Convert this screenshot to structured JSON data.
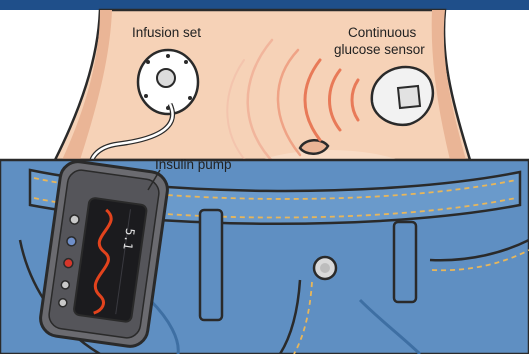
{
  "labels": {
    "infusion_set": "Infusion set",
    "sensor_line1": "Continuous",
    "sensor_line2": "glucose sensor",
    "insulin_pump": "Insulin pump"
  },
  "pump_screen": {
    "value": "5.1"
  },
  "colors": {
    "skin": "#f6d2b7",
    "skin_shadow": "#eab596",
    "denim": "#5f8fc2",
    "denim_dark": "#3e6fa3",
    "stitch": "#e8b65a",
    "signal_arcs": "#e87a58",
    "pump_body": "#6b6b70",
    "screen_line": "#e2431d",
    "top_bar": "#1f4f8a"
  },
  "icons": [
    "infusion-set-icon",
    "glucose-sensor-icon",
    "insulin-pump-icon",
    "signal-arcs-icon"
  ]
}
